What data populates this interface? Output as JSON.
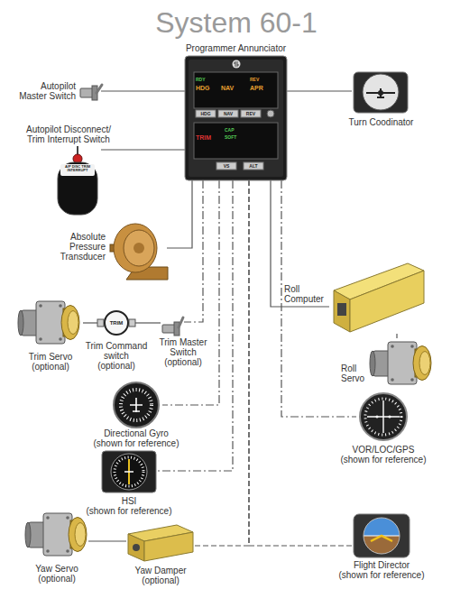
{
  "diagram": {
    "title": "System 60-1",
    "nodes": [
      {
        "text": [
          "Programmer Annunciator",
          "RDY",
          "HDG",
          "NAV",
          "REV",
          "APR",
          "HDG",
          "NAV",
          "REV",
          "TRIM",
          "CAP",
          "SOFT",
          "VS",
          "ALT"
        ]
      },
      {
        "text": [
          "Autopilot Master Switch"
        ]
      },
      {
        "text": [
          "Autopilot Disconnect/ Trim Interrupt Switch",
          "A/P DISC TRIM INTERRUPT"
        ]
      },
      {
        "text": [
          "Turn Coodinator"
        ]
      },
      {
        "text": [
          "Absolute Pressure Transducer"
        ]
      },
      {
        "text": [
          "Roll Computer"
        ]
      },
      {
        "text": [
          "Roll Servo"
        ]
      },
      {
        "text": [
          "Trim Servo",
          "(optional)"
        ]
      },
      {
        "text": [
          "TRIM",
          "Trim Command switch",
          "(optional)"
        ]
      },
      {
        "text": [
          "Trim Master Switch",
          "(optional)"
        ]
      },
      {
        "text": [
          "Directional Gyro",
          "(shown for reference)"
        ]
      },
      {
        "text": [
          "VOR/LOC/GPS",
          "(shown for reference)"
        ]
      },
      {
        "text": [
          "HSI",
          "(shown for reference)"
        ]
      },
      {
        "text": [
          "Yaw Servo",
          "(optional)"
        ]
      },
      {
        "text": [
          "Yaw Damper",
          "(optional)"
        ]
      },
      {
        "text": [
          "Flight Director",
          "(shown for reference)"
        ]
      }
    ],
    "edges": [
      {
        "from": 1,
        "to": 0,
        "arrow": "none"
      },
      {
        "from": 2,
        "to": 0,
        "arrow": "none"
      },
      {
        "from": 0,
        "to": 3,
        "arrow": "none"
      },
      {
        "from": 4,
        "to": 0,
        "arrow": "none"
      },
      {
        "from": 0,
        "to": 5,
        "arrow": "none"
      },
      {
        "from": 5,
        "to": 6,
        "arrow": "none"
      },
      {
        "from": 7,
        "to": 8,
        "arrow": "none"
      },
      {
        "from": 8,
        "to": 9,
        "arrow": "none"
      },
      {
        "from": 0,
        "to": 9,
        "arrow": "none"
      },
      {
        "from": 0,
        "to": 10,
        "arrow": "none"
      },
      {
        "from": 0,
        "to": 11,
        "arrow": "none"
      },
      {
        "from": 0,
        "to": 12,
        "arrow": "none"
      },
      {
        "from": 13,
        "to": 14,
        "arrow": "none"
      },
      {
        "from": 0,
        "to": 14,
        "arrow": "none"
      },
      {
        "from": 0,
        "to": 15,
        "arrow": "none"
      }
    ]
  }
}
